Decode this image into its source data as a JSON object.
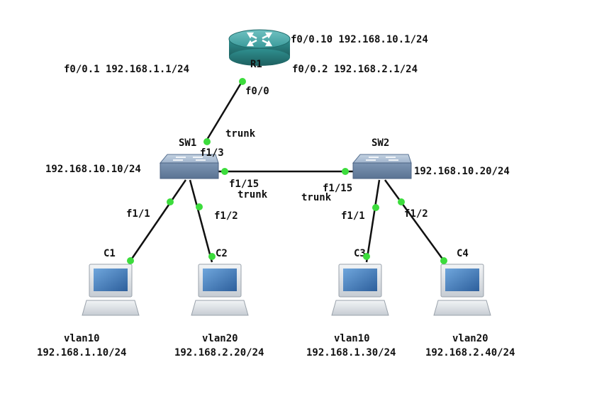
{
  "colors": {
    "link": "#111111",
    "port_dot": "#3cdc3c",
    "router_body": "#2f8f8f",
    "switch_body": "#8fa6c2",
    "pc_screen": "#3e78b8",
    "pc_frame": "#d9dde2"
  },
  "devices": {
    "r1": {
      "label": "R1",
      "icon": "router-icon"
    },
    "sw1": {
      "label": "SW1",
      "icon": "switch-icon",
      "ip": "192.168.10.10/24"
    },
    "sw2": {
      "label": "SW2",
      "icon": "switch-icon",
      "ip": "192.168.10.20/24"
    },
    "c1": {
      "label": "C1",
      "icon": "pc-icon",
      "vlan": "vlan10",
      "ip": "192.168.1.10/24"
    },
    "c2": {
      "label": "C2",
      "icon": "pc-icon",
      "vlan": "vlan20",
      "ip": "192.168.2.20/24"
    },
    "c3": {
      "label": "C3",
      "icon": "pc-icon",
      "vlan": "vlan10",
      "ip": "192.168.1.30/24"
    },
    "c4": {
      "label": "C4",
      "icon": "pc-icon",
      "vlan": "vlan20",
      "ip": "192.168.2.40/24"
    }
  },
  "router_subifs": {
    "sub1": "f0/0.1 192.168.1.1/24",
    "sub2": "f0/0.2 192.168.2.1/24",
    "sub10": "f0/0.10 192.168.10.1/24"
  },
  "ports": {
    "r1_f00": "f0/0",
    "sw1_f13": "f1/3",
    "sw1_f115": "f1/15",
    "sw2_f115": "f1/15",
    "sw1_f11": "f1/1",
    "sw1_f12": "f1/2",
    "sw2_f11": "f1/1",
    "sw2_f12": "f1/2"
  },
  "trunk_labels": {
    "r1_sw1": "trunk",
    "sw1_side": "trunk",
    "sw2_side": "trunk"
  }
}
